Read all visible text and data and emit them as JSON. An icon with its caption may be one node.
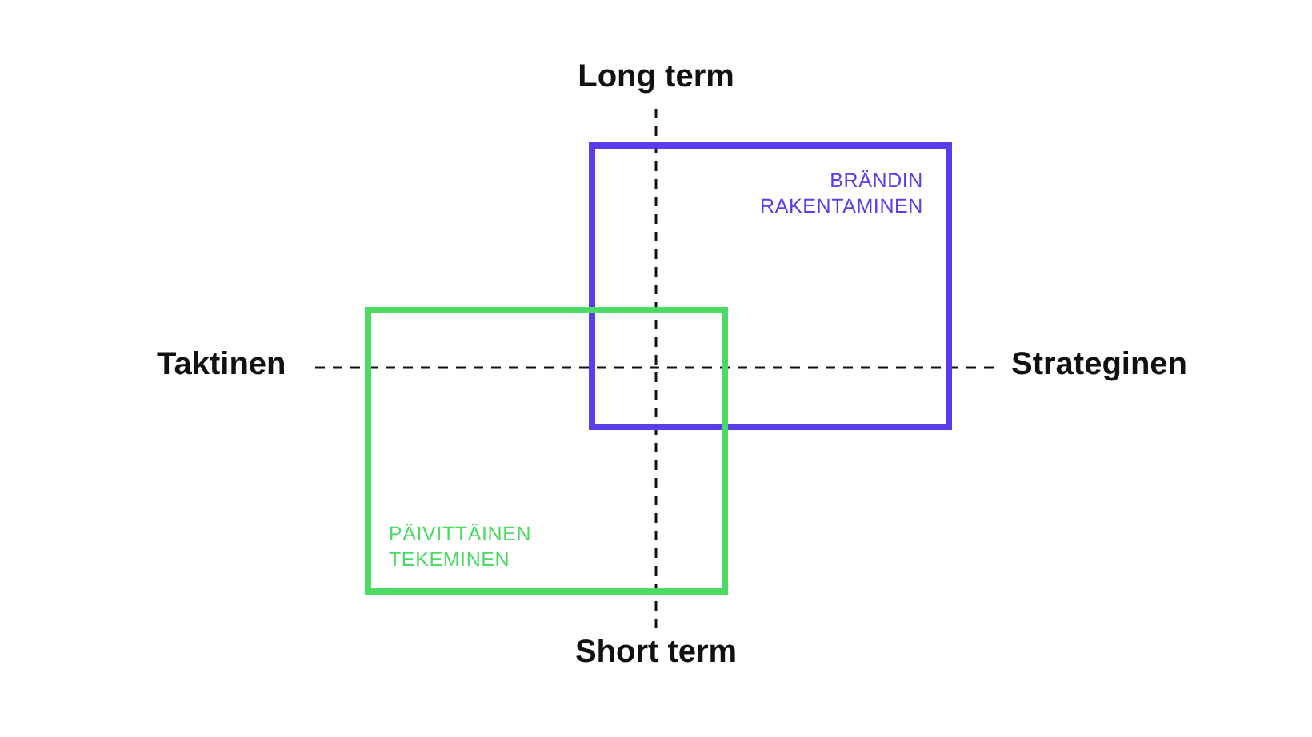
{
  "diagram": {
    "nodes": [
      {
        "text": [
          "BRÄNDIN RAKENTAMINEN"
        ]
      },
      {
        "text": [
          "PÄIVITTÄINEN TEKEMINEN"
        ]
      }
    ],
    "edges": [],
    "labels": [
      "Long term",
      "Taktinen",
      "Strateginen",
      "Short term"
    ]
  }
}
